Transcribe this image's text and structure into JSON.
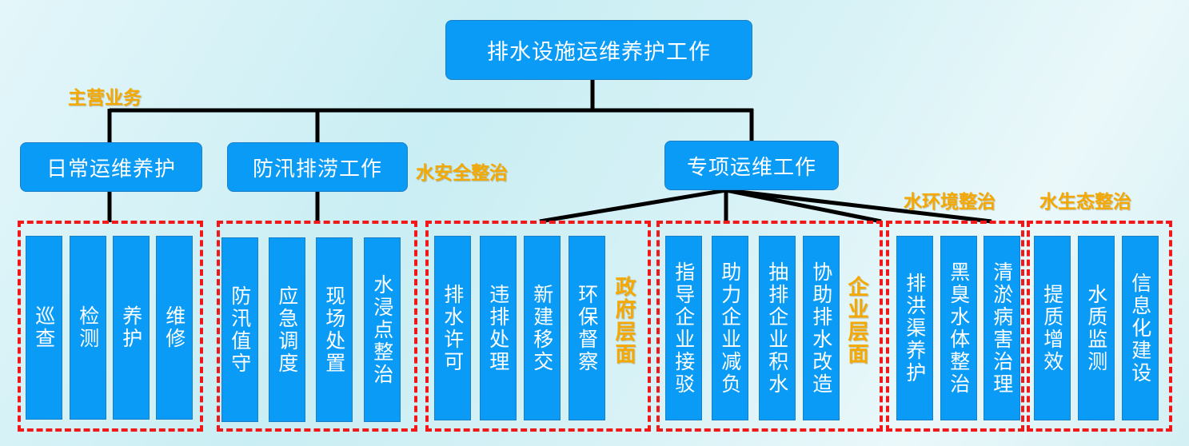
{
  "root": "排水设施运维养护工作",
  "level2": [
    "日常运维养护",
    "防汛排涝工作",
    "专项运维工作"
  ],
  "labels": {
    "main": "主营业务",
    "safety": "水安全整治",
    "env": "水环境整治",
    "eco": "水生态整治",
    "gov": "政府层面",
    "ent": "企业层面"
  },
  "groups": [
    [
      "巡查",
      "检测",
      "养护",
      "维修"
    ],
    [
      "防汛值守",
      "应急调度",
      "现场处置",
      "水浸点整治"
    ],
    [
      "排水许可",
      "违排处理",
      "新建移交",
      "环保督察"
    ],
    [
      "指导企业接驳",
      "助力企业减负",
      "抽排企业积水",
      "协助排水改造"
    ],
    [
      "排洪渠养护",
      "黑臭水体整治",
      "清淤病害治理"
    ],
    [
      "提质增效",
      "水质监测",
      "信息化建设"
    ]
  ],
  "colors": {
    "box": "#0a9bf6",
    "dash": "#f01818",
    "label": "#f5a800"
  }
}
